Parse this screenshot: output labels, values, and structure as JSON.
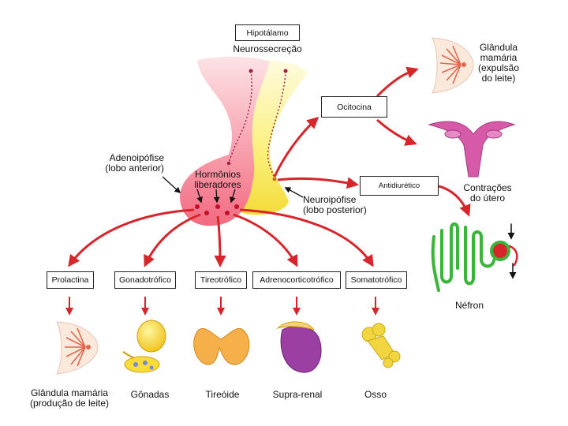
{
  "top": {
    "hypothalamus_box": "Hipotálamo",
    "neurosecretion": "Neurossecreção"
  },
  "pituitary": {
    "adeno_line1": "Adenoipófise",
    "adeno_line2": "(lobo anterior)",
    "releasing_line1": "Hormônios",
    "releasing_line2": "liberadores",
    "neuro_line1": "Neuroipófise",
    "neuro_line2": "(lobo posterior)"
  },
  "posterior_hormones": [
    {
      "box": "Ocitocina"
    },
    {
      "box": "Antidiurético"
    }
  ],
  "posterior_targets": [
    {
      "line1": "Glândula",
      "line2": "mamária",
      "line3": "(expulsão",
      "line4": "do leite)"
    },
    {
      "line1": "Contrações",
      "line2": "do útero"
    },
    {
      "line1": "Néfron"
    }
  ],
  "anterior_hormones": [
    {
      "box": "Prolactina",
      "target1": "Glândula mamária",
      "target2": "(produção de leite)"
    },
    {
      "box": "Gonadotrófico",
      "target1": "Gônadas"
    },
    {
      "box": "Tireotrófico",
      "target1": "Tireóide"
    },
    {
      "box": "Adrenocorticotrófico",
      "target1": "Supra-renal"
    },
    {
      "box": "Somatotrófico",
      "target1": "Osso"
    }
  ],
  "colors": {
    "arrow": "#d7262b",
    "anterior_lobe": "#f47a8c",
    "posterior_lobe": "#f9e65a",
    "nephron": "#3cb43c",
    "uterus": "#d65aa8",
    "thyroid": "#f6b04a",
    "adrenal": "#9b3fa2",
    "bone": "#f2d640"
  }
}
